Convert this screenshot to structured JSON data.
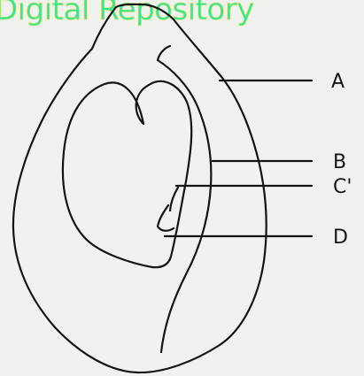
{
  "watermark": {
    "text": "Digital Repository",
    "color": "#2fe89a",
    "outline_color": "#e9e04a"
  },
  "diagram": {
    "labels": {
      "a": "A",
      "b": "B",
      "c": "C'",
      "d": "D"
    },
    "ink_color": "#141414",
    "paper_color": "#f1f1ef"
  }
}
